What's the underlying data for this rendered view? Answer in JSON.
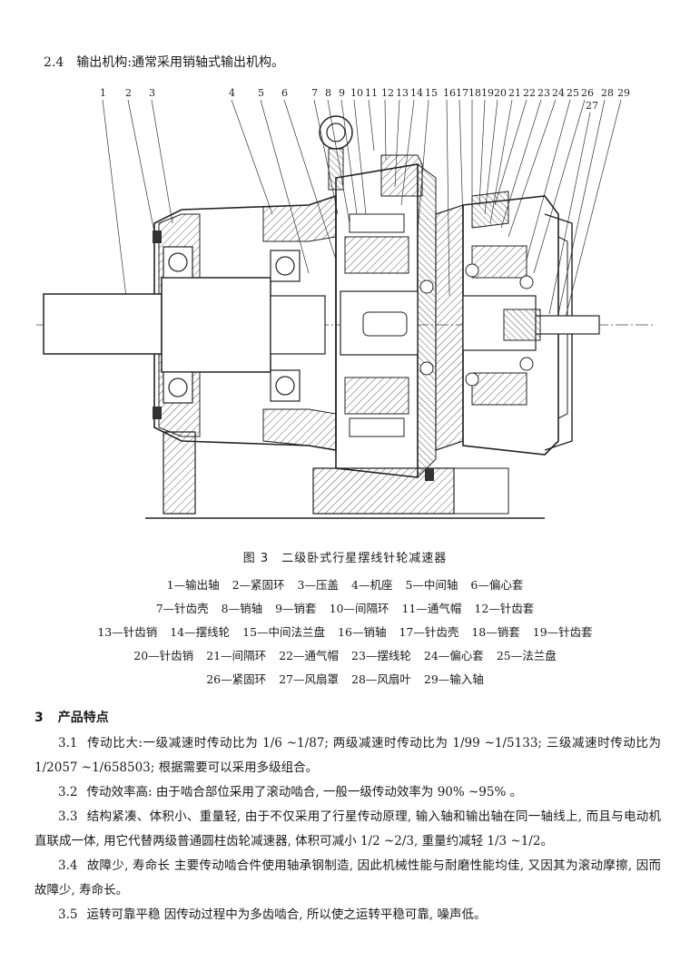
{
  "intro": {
    "num": "2.4",
    "text": "输出机构:通常采用销轴式输出机构。"
  },
  "figure": {
    "callouts": [
      "1",
      "2",
      "3",
      "4",
      "5",
      "6",
      "7",
      "8",
      "9",
      "10",
      "11",
      "12",
      "13",
      "14",
      "15",
      "16",
      "17",
      "18",
      "19",
      "20",
      "21",
      "22",
      "23",
      "24",
      "25",
      "26",
      "27",
      "28",
      "29"
    ],
    "caption": "图 3　二级卧式行星摆线针轮减速器"
  },
  "legend_rows": [
    [
      "1—输出轴",
      "2—紧固环",
      "3—压盖",
      "4—机座",
      "5—中间轴",
      "6—偏心套"
    ],
    [
      "7—针齿壳",
      "8—销轴",
      "9—销套",
      "10—间隔环",
      "11—通气帽",
      "12—针齿套"
    ],
    [
      "13—针齿销",
      "14—摆线轮",
      "15—中间法兰盘",
      "16—销轴",
      "17—针齿壳",
      "18—销套",
      "19—针齿套"
    ],
    [
      "20—针齿销",
      "21—间隔环",
      "22—通气帽",
      "23—摆线轮",
      "24—偏心套",
      "25—法兰盘"
    ],
    [
      "26—紧固环",
      "27—风扇罩",
      "28—风扇叶",
      "29—输入轴"
    ]
  ],
  "section": {
    "num": "3",
    "title": "产品特点"
  },
  "paragraphs": [
    {
      "num": "3.1",
      "text": "传动比大:一级减速时传动比为 1/6 ~1/87; 两级减速时传动比为 1/99 ~1/5133; 三级减速时传动比为 1/2057 ~1/658503; 根据需要可以采用多级组合。"
    },
    {
      "num": "3.2",
      "text": "传动效率高: 由于啮合部位采用了滚动啮合, 一般一级传动效率为 90% ~95% 。"
    },
    {
      "num": "3.3",
      "text": "结构紧凑、体积小、重量轻, 由于不仅采用了行星传动原理, 输入轴和输出轴在同一轴线上, 而且与电动机直联成一体, 用它代替两级普通圆柱齿轮减速器, 体积可减小 1/2 ~2/3, 重量约减轻 1/3 ~1/2。"
    },
    {
      "num": "3.4",
      "text": "故障少, 寿命长 主要传动啮合件使用轴承钢制造, 因此机械性能与耐磨性能均佳, 又因其为滚动摩擦, 因而故障少, 寿命长。"
    },
    {
      "num": "3.5",
      "text": "运转可靠平稳 因传动过程中为多齿啮合, 所以使之运转平稳可靠, 噪声低。"
    }
  ]
}
